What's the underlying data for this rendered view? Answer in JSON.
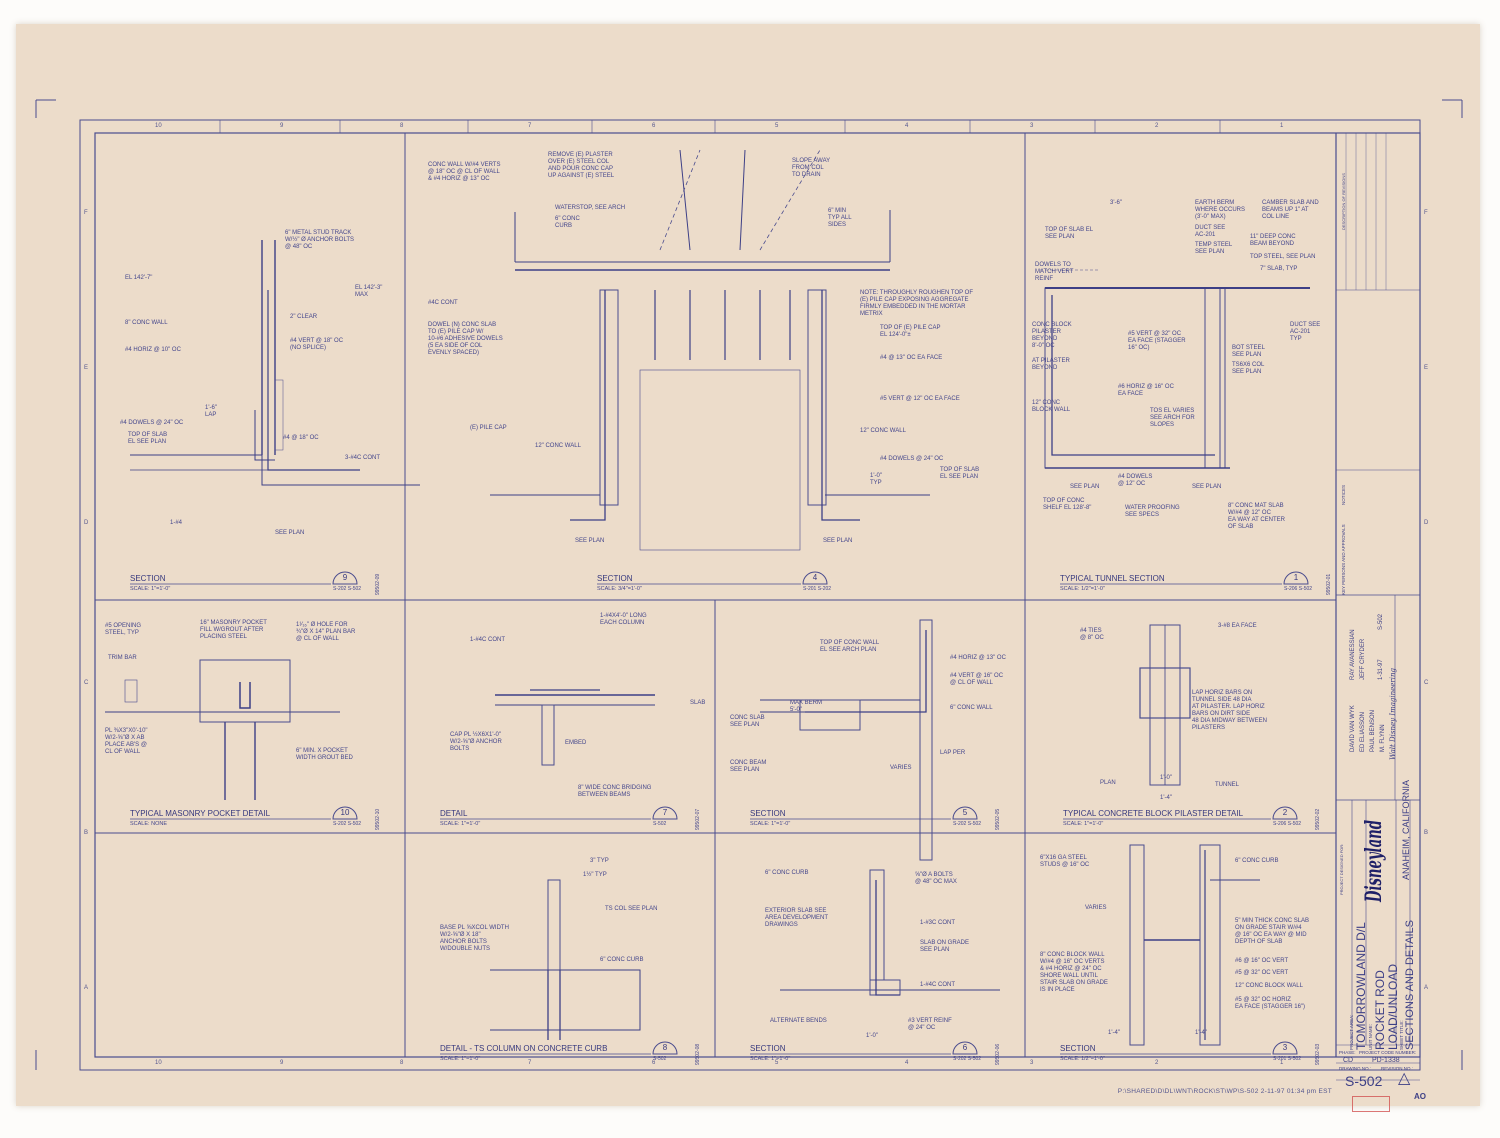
{
  "sheet": {
    "project_area_label": "PROJECT AREA:",
    "project_area": "TOMORROWLAND D/L",
    "unit_name_label": "UNIT NAME:",
    "unit_name_1": "ROCKET ROD",
    "unit_name_2": "LOAD/UNLOAD",
    "sheet_title_label": "SHEET TITLE:",
    "sheet_title": "SECTIONS AND DETAILS",
    "phase_label": "PHASE:",
    "phase": "CD",
    "project_code_label": "PROJECT CODE NUMBER:",
    "project_code": "PD-1338",
    "drawing_no_label": "DRAWING NO.:",
    "revision_no_label": "REVISION NO.:",
    "drawing_no": "S-502",
    "revision_symbol": "△",
    "sheet_size": "AO",
    "brand": "Disneyland",
    "location": "ANAHEIM, CALIFORNIA",
    "project designed for": "PROJECT DESIGNED FOR:",
    "engineering": "Walt Disney Imagineering",
    "key_persons_label": "KEY PERSONS AND APPROVALS",
    "persons": [
      "DAVID VAN WYK",
      "RAY AVANESSIAN",
      "ED ELIASSON",
      "JEFF CRYDER",
      "PAUL BENSON",
      "M. FLYNN"
    ],
    "date": "1-31-97",
    "sheet_ref": "S-502",
    "notices_label": "NOTICES",
    "revisions_label": "DESCRIPTION OF REVISIONS",
    "file_path": "P:\\SHARED\\D\\DL\\WNT\\ROCK\\ST\\WP\\S-502   2-11-97   01:34 pm EST"
  },
  "grid": {
    "columns": [
      "10",
      "9",
      "8",
      "7",
      "6",
      "5",
      "4",
      "3",
      "2",
      "1"
    ],
    "rows": [
      "F",
      "E",
      "D",
      "C",
      "B",
      "A"
    ]
  },
  "panels": [
    {
      "title": "SECTION",
      "number": "9",
      "scale": "SCALE: 1\"=1'-0\"",
      "ref": "S-202 S-502",
      "id": "99502-09"
    },
    {
      "title": "SECTION",
      "number": "4",
      "scale": "SCALE: 3/4\"=1'-0\"",
      "ref": "S-201 S-202",
      "id": ""
    },
    {
      "title": "TYPICAL TUNNEL SECTION",
      "number": "1",
      "scale": "SCALE: 1/2\"=1'-0\"",
      "ref": "S-206 S-502",
      "id": "99502-01"
    },
    {
      "title": "TYPICAL MASONRY POCKET DETAIL",
      "number": "10",
      "scale": "SCALE: NONE",
      "ref": "S-202 S-502",
      "id": "99502-10"
    },
    {
      "title": "DETAIL",
      "number": "7",
      "scale": "SCALE: 1\"=1'-0\"",
      "ref": "S-502",
      "id": "99502-07"
    },
    {
      "title": "SECTION",
      "number": "5",
      "scale": "SCALE: 1\"=1'-0\"",
      "ref": "S-202 S-502",
      "id": "99502-05"
    },
    {
      "title": "TYPICAL CONCRETE BLOCK PILASTER DETAIL",
      "number": "2",
      "scale": "SCALE: 1\"=1'-0\"",
      "ref": "S-206 S-502",
      "id": "99502-02"
    },
    {
      "title": "DETAIL - TS COLUMN ON CONCRETE CURB",
      "number": "8",
      "scale": "SCALE: 1\"=1'-0\"",
      "ref": "S-502",
      "id": "99502-08"
    },
    {
      "title": "SECTION",
      "number": "6",
      "scale": "SCALE: 1\"=1'-0\"",
      "ref": "S-202 S-502",
      "id": "99502-06"
    },
    {
      "title": "SECTION",
      "number": "3",
      "scale": "SCALE: 1/2\"=1'-0\"",
      "ref": "S-201 S-502",
      "id": "99502-03"
    }
  ],
  "notes": {
    "n9": [
      "6\" METAL STUD TRACK\nW/½\" Ø ANCHOR BOLTS\n@ 48\" OC",
      "EL 142'-7\"",
      "EL 142'-3\"\nMAX",
      "8\" CONC WALL",
      "#4 HORIZ @ 10\" OC",
      "#4 VERT @ 18\" OC\n(NO SPLICE)",
      "2\" CLEAR",
      "#4 DOWELS @ 24\" OC",
      "TOP OF SLAB\nEL SEE PLAN",
      "#4 @ 18\" OC",
      "3-#4c CONT",
      "1-#4",
      "SEE PLAN",
      "1'-6\"\nLAP"
    ],
    "n4": [
      "CONC WALL W/#4 VERTS\n@ 18\" OC @ CL OF WALL\n& #4 HORIZ @ 13\" OC",
      "REMOVE (E) PLASTER\nOVER (E) STEEL COL\nAND POUR CONC CAP\nUP AGAINST (E) STEEL",
      "SLOPE AWAY\nFROM COL\nTO DRAIN",
      "WATERSTOP, SEE ARCH",
      "6\" CONC\nCURB",
      "6\" MIN\nTYP ALL\nSIDES",
      "#4c CONT",
      "DOWEL (N) CONC SLAB\nTO (E) PILE CAP W/\n10-#6 ADHESIVE DOWELS\n(5 EA SIDE OF COL\nEVENLY SPACED)",
      "NOTE: THROUGHLY ROUGHEN TOP OF\n(E) PILE CAP EXPOSING AGGREGATE\nFIRMLY EMBEDDED IN THE MORTAR\nMETRIX",
      "TOP OF (E) PILE CAP\nEL 124'-0\"±",
      "#4 @ 13\" OC EA FACE",
      "#5 VERT @ 12\" OC EA FACE",
      "(E) PILE CAP",
      "12\" CONC WALL",
      "12\" CONC WALL",
      "#4 DOWELS @ 24\" OC",
      "TOP OF SLAB\nEL SEE PLAN",
      "SEE PLAN",
      "SEE PLAN",
      "1'-0\"\nTYP"
    ],
    "n1": [
      "TOP OF SLAB EL\nSEE PLAN",
      "3'-6\"",
      "EARTH BERM\nWHERE OCCURS\n(3'-0\" MAX)",
      "CAMBER SLAB AND\nBEAMS UP 1\" AT\nCOL LINE",
      "DUCT SEE\nAC-201",
      "DOWELS TO\nMATCH VERT\nREINF",
      "TEMP STEEL\nSEE PLAN",
      "11\" DEEP CONC\nBEAM BEYOND",
      "TOP STEEL, SEE PLAN",
      "7\" SLAB, TYP",
      "CONC BLOCK\nPILASTER\nBEYOND\n8'-0\" OC",
      "#5 VERT @ 32\" OC\nEA FACE (STAGGER\n16\" OC)",
      "DUCT SEE\nAC-201\nTYP",
      "AT PILASTER\nBEYOND",
      "BOT STEEL\nSEE PLAN",
      "TS6x6 COL\nSEE PLAN",
      "#6 HORIZ @ 16\" OC\nEA FACE",
      "12\" CONC\nBLOCK WALL",
      "TOS EL VARIES\nSEE ARCH FOR\nSLOPES",
      "#4 DOWELS\n@ 12\" OC",
      "SEE PLAN",
      "SEE PLAN",
      "TOP OF CONC\nSHELF EL 128'-8\"",
      "WATER PROOFING\nSEE SPECS",
      "8\" CONC MAT SLAB\nW/#4 @ 12\" OC\nEA WAY AT CENTER\nOF SLAB"
    ],
    "n10": [
      "#5 OPENING\nSTEEL, TYP",
      "16\" MASONRY POCKET\nFILL W/GROUT AFTER\nPLACING STEEL",
      "1¹⁄₁₆\" Ø HOLE FOR\n¾\"Ø x 14\" PLAN BAR\n@ CL OF WALL",
      "TRIM BAR",
      "PL ⅜x3\"x0'-10\"\nW/2-⅝\"Ø x AB\nPLACE AB'S @\nCL OF WALL",
      "6\" MIN. x POCKET\nWIDTH GROUT BED"
    ],
    "n7": [
      "1-#4c CONT",
      "1-#4x4'-0\" LONG\nEACH COLUMN",
      "CAP PL ½x6x1'-0\"\nW/2-⅝\"Ø ANCHOR\nBOLTS",
      "8\" WIDE CONC BRIDGING\nBETWEEN BEAMS",
      "EMBED",
      "SLAB"
    ],
    "n5": [
      "TOP OF CONC WALL\nEL SEE ARCH PLAN",
      "#4 HORIZ @ 13\" OC",
      "#4 VERT @ 16\" OC\n@ CL OF WALL",
      "6\" CONC WALL",
      "CONC SLAB\nSEE PLAN",
      "CONC BEAM\nSEE PLAN",
      "LAP PER",
      "VARIES",
      "MAX BERM\n5'-0\""
    ],
    "n2": [
      "#4 TIES\n@ 8\" OC",
      "3-#8 EA FACE",
      "LAP HORIZ BARS ON\nTUNNEL SIDE 48 DIA\nAT PILASTER. LAP HORIZ\nBARS ON DIRT SIDE\n48 DIA MIDWAY BETWEEN\nPILASTERS",
      "PLAN",
      "TUNNEL",
      "1'-0\"",
      "1'-4\""
    ],
    "n8": [
      "3\" TYP",
      "1½\" TYP",
      "TS COL SEE PLAN",
      "BASE PL ⅝xCOL WIDTH\nW/2-⅝\"Ø x 18\"\nANCHOR BOLTS\nW/DOUBLE NUTS",
      "6\" CONC CURB"
    ],
    "n6": [
      "6\" CONC CURB",
      "⅝\"Ø A BOLTS\n@ 48\" OC MAX",
      "EXTERIOR SLAB SEE\nAREA DEVELOPMENT\nDRAWINGS",
      "1-#3c CONT",
      "SLAB ON GRADE\nSEE PLAN",
      "1-#4c CONT",
      "ALTERNATE BENDS",
      "#3 VERT REINF\n@ 24\" OC",
      "1'-0\""
    ],
    "n3": [
      "6\"x16 GA STEEL\nSTUDS @ 16\" OC",
      "6\" CONC CURB",
      "VARIES",
      "5\" MIN THICK CONC SLAB\nON GRADE STAIR W/#4\n@ 16\" OC EA WAY @ MID\nDEPTH OF SLAB",
      "8\" CONC BLOCK WALL\nW/#4 @ 16\" OC VERTS\n& #4 HORIZ @ 24\" OC\nSHORE WALL UNTIL\nSTAIR SLAB ON GRADE\nIS IN PLACE",
      "#6 @ 16\" OC VERT",
      "#5 @ 32\" OC VERT",
      "12\" CONC BLOCK WALL",
      "#5 @ 32\" OC HORIZ\nEA FACE (STAGGER 16\")",
      "1'-4\"",
      "1'-4\""
    ]
  },
  "colors": {
    "paper": "#ecdcca",
    "ink": "#3d3f86",
    "stamp": "#d04a4a"
  }
}
